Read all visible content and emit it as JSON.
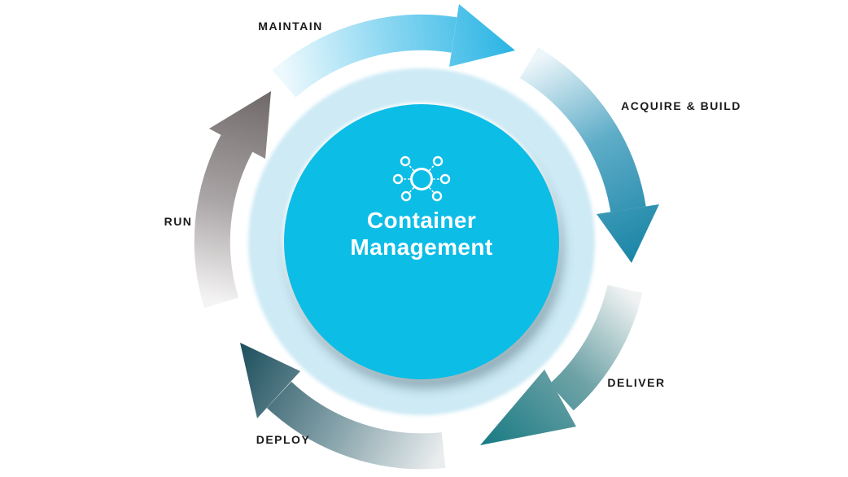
{
  "diagram": {
    "title": {
      "line1": "Container",
      "line2": "Management",
      "color": "#ffffff"
    },
    "center_icon": "hub-network-icon",
    "colors": {
      "background": "#ffffff",
      "center_circle": "#0cbde6",
      "halo_ring": "#cdeaf5",
      "label_text": "#1b1b1b"
    },
    "stages": [
      {
        "id": "maintain",
        "label": "MAINTAIN",
        "tail_color": "#eef9fd",
        "mid_color": "#8ed8f2",
        "head_color": "#29b4e4"
      },
      {
        "id": "acquire-build",
        "label": "ACQUIRE & BUILD",
        "tail_color": "#edf6fa",
        "mid_color": "#5fadc8",
        "head_color": "#1a85a6"
      },
      {
        "id": "deliver",
        "label": "DELIVER",
        "tail_color": "#f1f3f3",
        "mid_color": "#6fa3a7",
        "head_color": "#187a83"
      },
      {
        "id": "deploy",
        "label": "DEPLOY",
        "tail_color": "#e9edee",
        "mid_color": "#87a3ab",
        "head_color": "#1d4f5d"
      },
      {
        "id": "run",
        "label": "RUN",
        "tail_color": "#f5f4f4",
        "mid_color": "#aaa5a6",
        "head_color": "#6f6868"
      }
    ]
  }
}
